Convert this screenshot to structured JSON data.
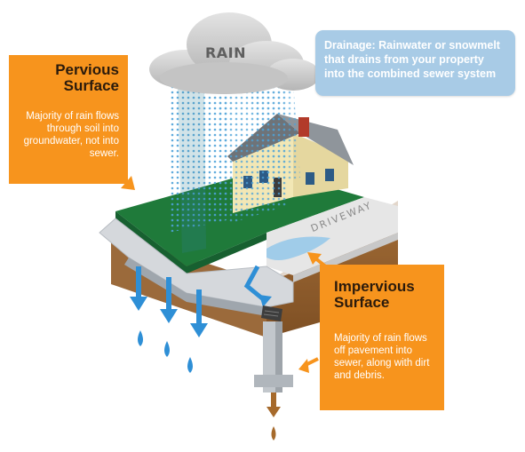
{
  "rain_label": "RAIN",
  "driveway_label": "DRIVEWAY",
  "drainage_box": {
    "text": "Drainage: Rainwater or snowmelt that drains from your property into the combined sewer system"
  },
  "pervious_callout": {
    "title_line1": "Pervious",
    "title_line2": "Surface",
    "body": "Majority of rain flows through soil into groundwater, not into sewer."
  },
  "impervious_callout": {
    "title_line1": "Impervious",
    "title_line2": "Surface",
    "body": "Majority of rain flows off pavement into sewer, along with dirt and debris."
  },
  "colors": {
    "callout_orange": "#f7941d",
    "drainage_blue": "#a8cbe6",
    "lawn_green": "#1f7a3a",
    "soil_brown": "#8b5a2b",
    "water_blue": "#2e8fd6",
    "cloud_gray": "#c9c9c9"
  }
}
